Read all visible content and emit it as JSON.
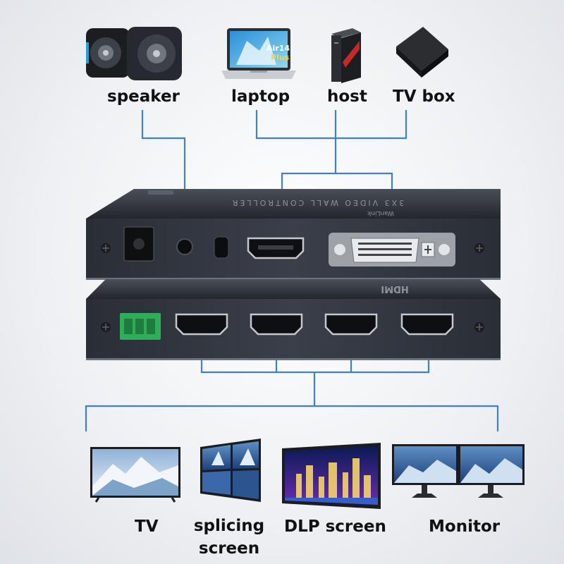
{
  "sources": [
    {
      "label": "speaker"
    },
    {
      "label": "laptop"
    },
    {
      "label": "host"
    },
    {
      "label": "TV box"
    }
  ],
  "device": {
    "top_label": "3X3 VIDEO WALL CONTROLLER",
    "brand": "HDMI",
    "maker": "WanLink"
  },
  "laptop_screen_text": {
    "model": "Air14",
    "edition": "Plus"
  },
  "displays": [
    {
      "label": "TV"
    },
    {
      "label_line1": "splicing",
      "label_line2": "screen"
    },
    {
      "label": "DLP screen"
    },
    {
      "label": "Monitor"
    }
  ],
  "colors": {
    "connector_line": "#3d7fd1",
    "device_body": "#2a2e36",
    "terminal": "#2fae5a"
  }
}
